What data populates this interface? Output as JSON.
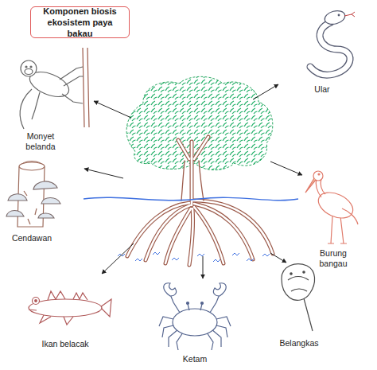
{
  "diagram": {
    "title": "Komponen biosis ekosistem paya bakau",
    "labels": [
      "Ular",
      "Monyet belanda",
      "Cendawan",
      "Burung bangau",
      "Ikan belacak",
      "Ketam",
      "Belangkas"
    ]
  }
}
